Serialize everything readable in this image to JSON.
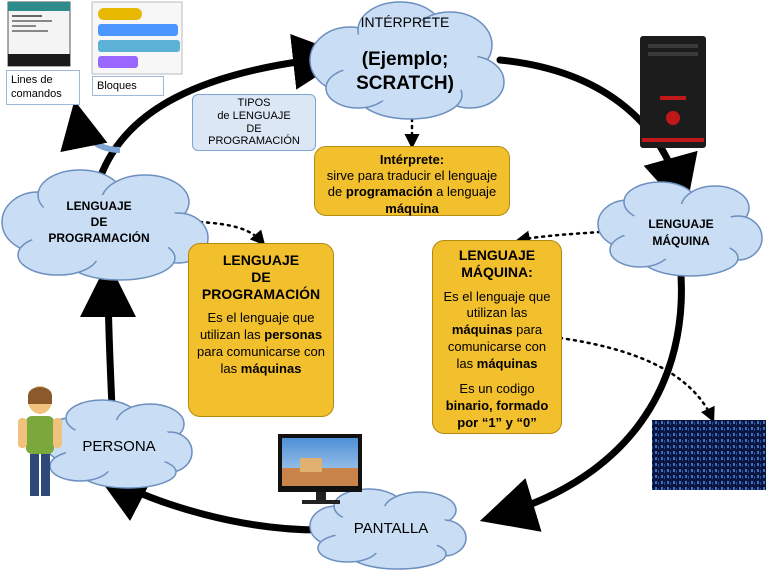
{
  "clouds": {
    "interprete": {
      "title": "INTÉRPRETE",
      "example_line1": "(Ejemplo;",
      "example_line2": "SCRATCH)"
    },
    "lenguaje_programacion": {
      "line1": "LENGUAJE",
      "line2": "DE",
      "line3": "PROGRAMACIÓN"
    },
    "lenguaje_maquina": {
      "line1": "LENGUAJE",
      "line2": "MÁQUINA"
    },
    "persona": {
      "label": "PERSONA"
    },
    "pantalla": {
      "label": "PANTALLA"
    }
  },
  "tipos_box": {
    "line1": "TIPOS",
    "line2": "de LENGUAJE",
    "line3": "DE",
    "line4": "PROGRAMACIÓN"
  },
  "thumbnails": {
    "lineas_label": "Lines de comandos",
    "bloques_label": "Bloques"
  },
  "interprete_box": {
    "title": "Intérprete:",
    "t1": "sirve para traducir el lenguaje de ",
    "b1": "programación",
    "t2": " a lenguaje ",
    "b2": "máquina"
  },
  "programacion_box": {
    "title_line1": "LENGUAJE",
    "title_line2": "DE",
    "title_line3": "PROGRAMACIÓN",
    "t1": "Es el lenguaje que utilizan las ",
    "b1": "personas",
    "t2": " para comunicarse con las ",
    "b2": "máquinas"
  },
  "maquina_box": {
    "title_line1": "LENGUAJE",
    "title_line2": "MÁQUINA:",
    "t1": "Es el lenguaje que utilizan las ",
    "b1": "máquinas",
    "t2": " para comunicarse con las ",
    "b2": "máquinas",
    "t3": "Es un codigo ",
    "b3": "binario, formado por “1” y “0”"
  },
  "colors": {
    "cloud_fill": "#c9def4",
    "cloud_stroke": "#6d8fbf",
    "box_fill": "#f2bf2d",
    "arrow": "#000000"
  },
  "icons": [
    "command-line-screenshot",
    "scratch-blocks-screenshot",
    "computer-tower-icon",
    "binary-code-screen",
    "monitor-icon",
    "person-icon",
    "curved-arrow-icon"
  ]
}
